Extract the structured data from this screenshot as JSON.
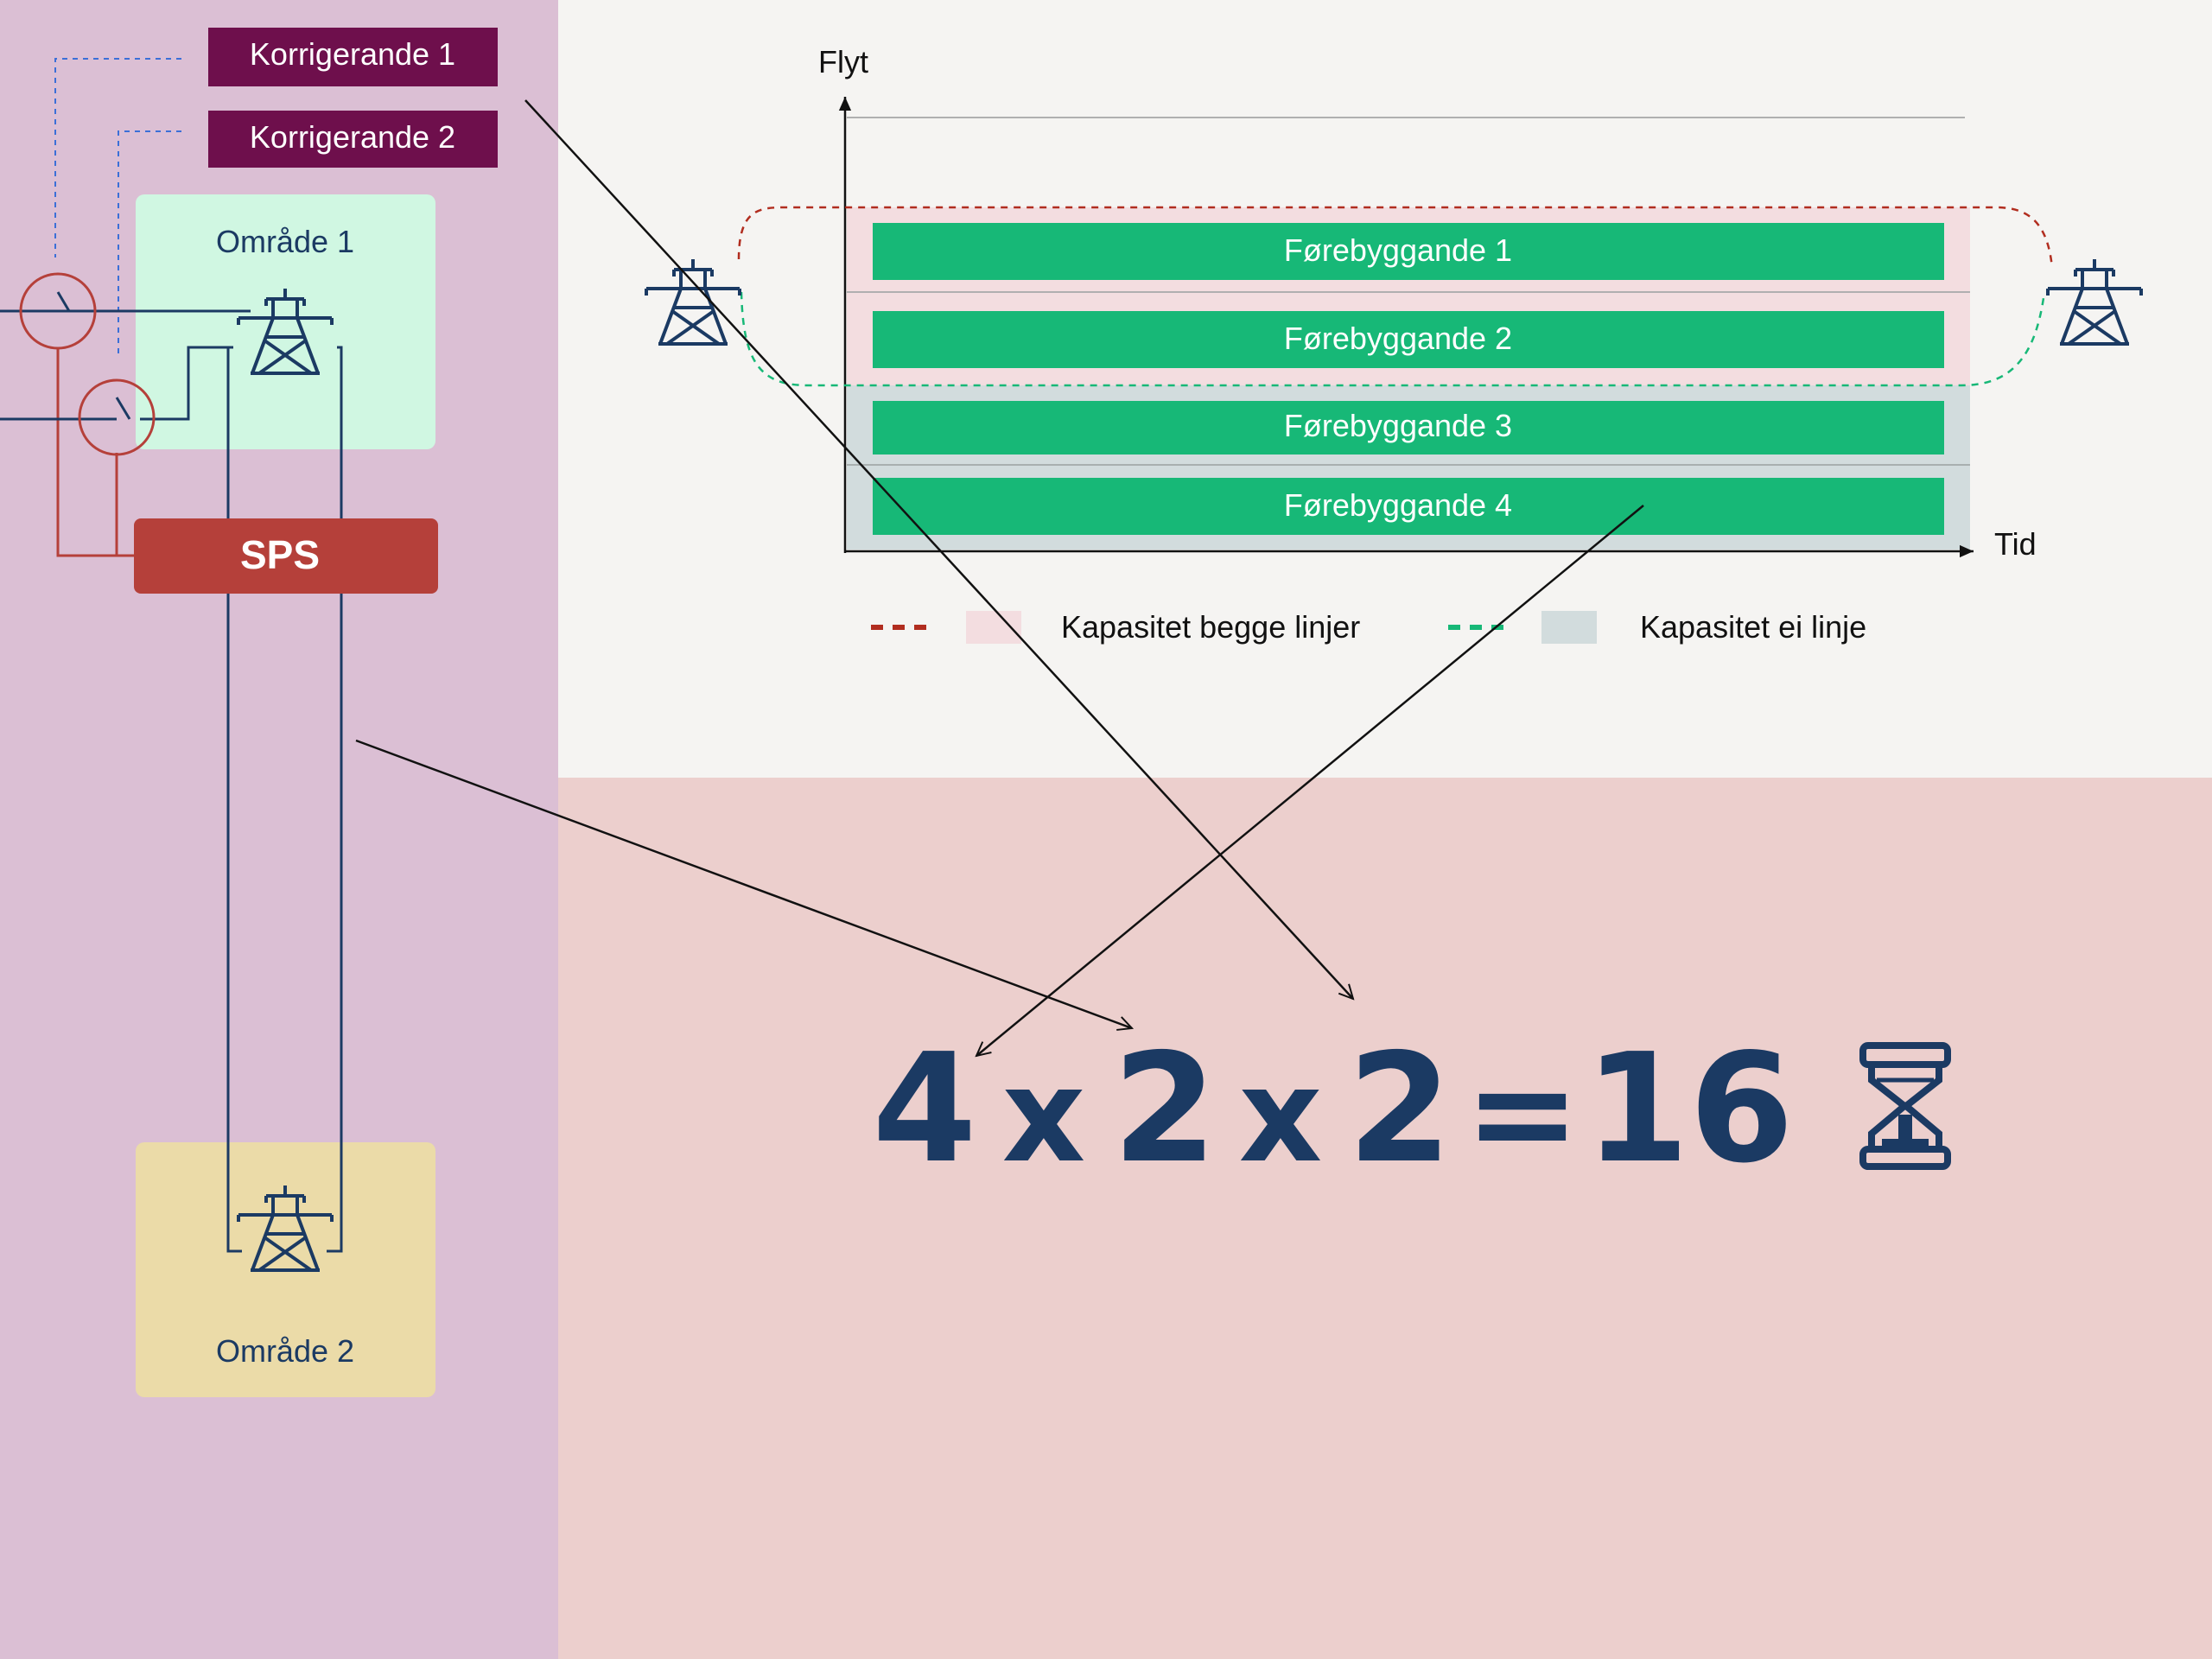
{
  "left": {
    "korrigerande_1": "Korrigerande 1",
    "korrigerande_2": "Korrigerande 2",
    "area_1": "Område 1",
    "area_2": "Område 2",
    "sps": "SPS"
  },
  "chart": {
    "ylabel": "Flyt",
    "xlabel": "Tid",
    "bars": [
      "Førebyggande 1",
      "Førebyggande 2",
      "Førebyggande 3",
      "Førebyggande 4"
    ],
    "legend": {
      "both_lines": "Kapasitet begge linjer",
      "one_line": "Kapasitet ei linje"
    }
  },
  "equation": {
    "a": "4",
    "x1": "x",
    "b": "2",
    "x2": "x",
    "c": "2",
    "eq": "=",
    "result": "16"
  },
  "colors": {
    "left_bg": "#dbbfd4",
    "chart_bg": "#f5f4f2",
    "bottom_bg": "#eccfcd",
    "navy": "#1b3a63",
    "korrigerande": "#6e0f4c",
    "sps": "#b5403a",
    "green_bar": "#17b877",
    "area1": "#d0f7e2",
    "area2": "#ebdba8",
    "both_lines_fill": "#f3dde0",
    "one_line_fill": "#d2dcdd",
    "red_dash": "#b12d1f",
    "green_dash": "#17b877"
  },
  "icons": [
    "pylon-icon",
    "switch-icon",
    "hourglass-icon"
  ]
}
